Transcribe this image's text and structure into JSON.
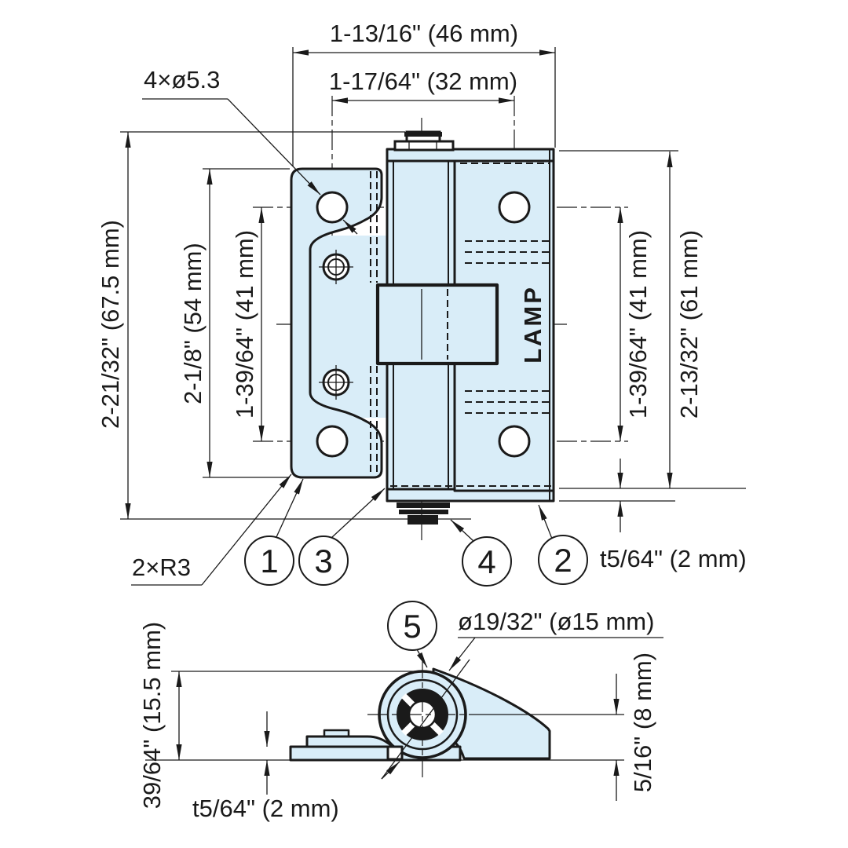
{
  "drawing": {
    "type": "technical-dimension-drawing",
    "subject": "self-closing cabinet hinge, front view and section view",
    "brand_text": "LAMP"
  },
  "colors": {
    "body_fill": "#d9edf8",
    "line": "#1a1a1a",
    "background": "#ffffff"
  },
  "labels": {
    "dim_width_outer": "1-13/16\" (46 mm)",
    "dim_width_inner": "1-17/64\" (32 mm)",
    "dim_height_outer_left": "2-21/32\" (67.5 mm)",
    "dim_height_leaf": "2-1/8\" (54 mm)",
    "dim_hole_span_left": "1-39/64\" (41 mm)",
    "dim_hole_span_right": "1-39/64\" (41 mm)",
    "dim_height_outer_right": "2-13/32\" (61 mm)",
    "dim_thickness_front": "t5/64\" (2 mm)",
    "callout_holes": "4×ø5.3",
    "callout_radius": "2×R3",
    "dim_section_height": "39/64\" (15.5 mm)",
    "dim_section_thickness": "t5/64\" (2 mm)",
    "dim_knuckle_diameter": "ø19/32\" (ø15 mm)",
    "dim_pin_height": "5/16\" (8 mm)"
  },
  "balloons": {
    "b1": "1",
    "b2": "2",
    "b3": "3",
    "b4": "4",
    "b5": "5"
  }
}
